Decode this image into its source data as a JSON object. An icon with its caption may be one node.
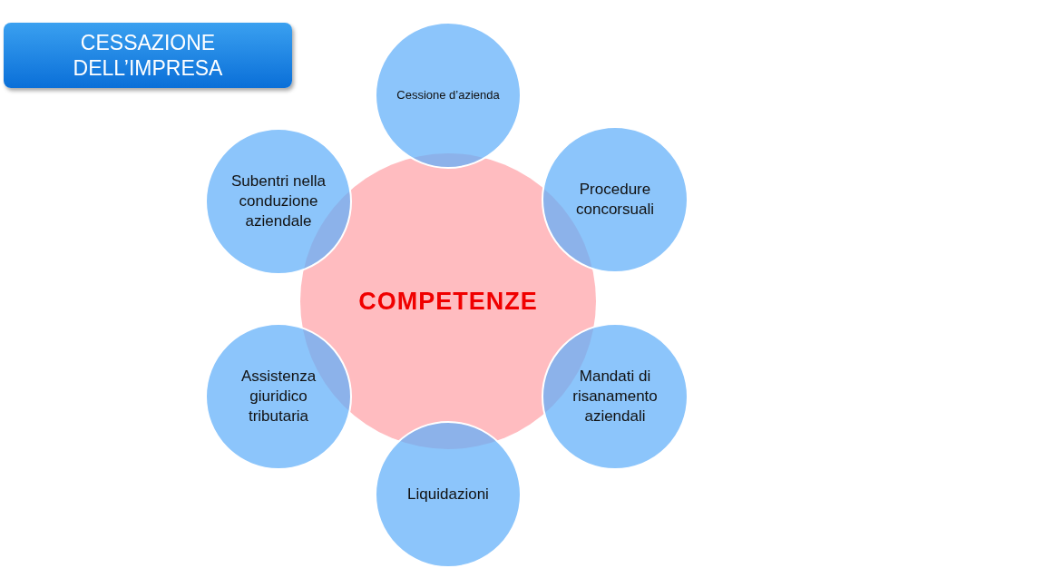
{
  "diagram": {
    "title": "CESSAZIONE DELL’IMPRESA",
    "nodes": [
      {
        "text": [
          "COMPETENZE"
        ]
      },
      {
        "text": [
          "Cessione d’azienda"
        ]
      },
      {
        "text": [
          "Procedure concorsuali"
        ]
      },
      {
        "text": [
          "Mandati di risanamento aziendali"
        ]
      },
      {
        "text": [
          "Liquidazioni"
        ]
      },
      {
        "text": [
          "Assistenza giuridico tributaria"
        ]
      },
      {
        "text": [
          "Subentri nella conduzione aziendale"
        ]
      }
    ]
  }
}
